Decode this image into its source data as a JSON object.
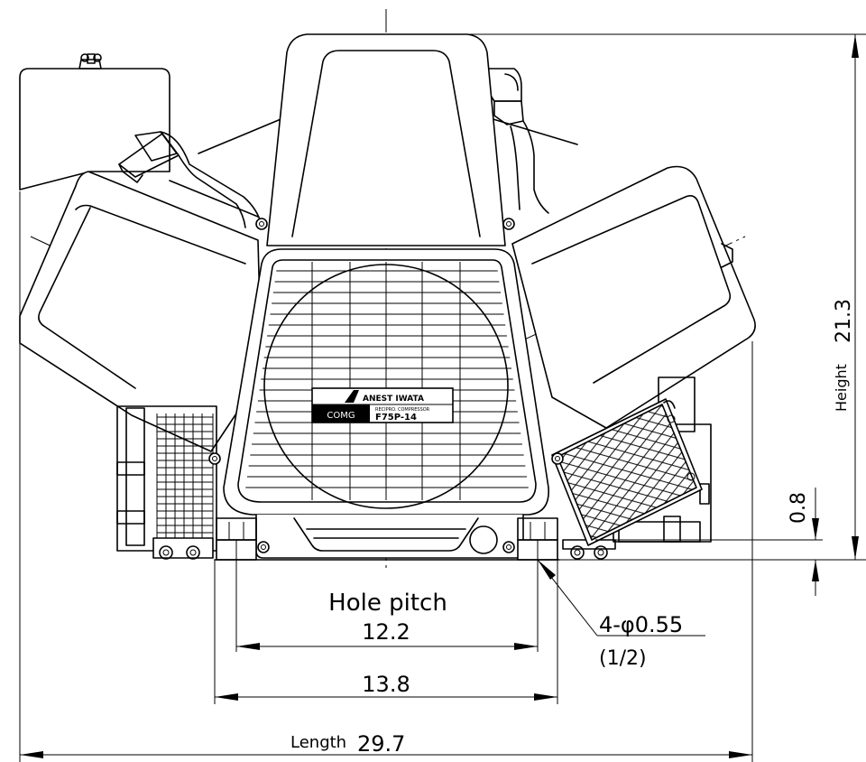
{
  "drawing": {
    "nameplate": {
      "brand": "ANEST IWATA",
      "series": "COMG",
      "subtitle": "RECIPRO. COMPRESSOR",
      "model": "F75P-14"
    },
    "dimensions": {
      "height_label": "Height",
      "height_value": "21.3",
      "base_offset_value": "0.8",
      "hole_pitch_label": "Hole pitch",
      "hole_pitch_value": "12.2",
      "base_width_value": "13.8",
      "hole_spec": "4-φ0.55",
      "hole_spec_sub": "(1/2)",
      "length_label": "Length",
      "length_value": "29.7"
    }
  }
}
